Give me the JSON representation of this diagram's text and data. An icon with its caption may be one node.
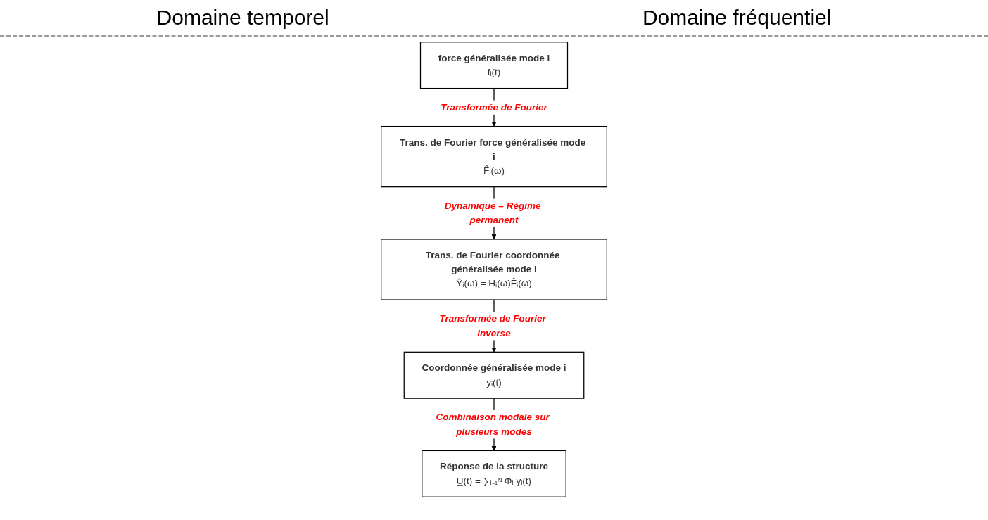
{
  "diagram": {
    "nodes": [
      {
        "text": [
          "force généralisée mode i",
          "fᵢ(t)"
        ]
      },
      {
        "text": [
          "Trans. de Fourier force généralisée mode i",
          "F̂ᵢ(ω)"
        ]
      },
      {
        "text": [
          "Trans. de Fourier coordonnée généralisée mode i",
          "Ŷᵢ(ω) = Hᵢ(ω)F̂ᵢ(ω)"
        ]
      },
      {
        "text": [
          "Coordonnée généralisée mode i",
          "yᵢ(t)"
        ]
      },
      {
        "text": [
          "Réponse de la structure",
          "U̲(t) = ∑ᵢ₌₁ᴺ Φ̲ᵢ yᵢ(t)"
        ]
      }
    ],
    "edges": [
      {
        "from": 0,
        "to": 1,
        "arrow": "to",
        "label": "Transformée de Fourier"
      },
      {
        "from": 1,
        "to": 2,
        "arrow": "to",
        "label": "Dynamique – Régime permanent"
      },
      {
        "from": 2,
        "to": 3,
        "arrow": "to",
        "label": "Transformée de Fourier inverse"
      },
      {
        "from": 3,
        "to": 4,
        "arrow": "to",
        "label": "Combinaison modale sur plusieurs modes"
      }
    ],
    "labels": [
      "Domaine temporel",
      "Domaine fréquentiel"
    ]
  }
}
